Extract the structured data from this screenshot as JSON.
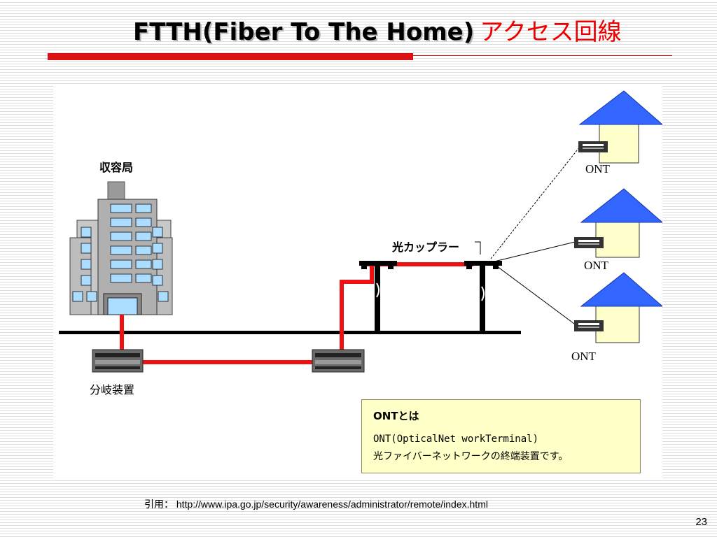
{
  "slide": {
    "title_main": "FTTH(Fiber To The Home)",
    "title_accent": "アクセス回線",
    "accent_color": "#ee0000",
    "page_number": "23"
  },
  "diagram": {
    "central_office_label": "収容局",
    "splitter_label": "分岐装置",
    "optical_coupler_label": "光カップラー",
    "ont_labels": [
      "ONT",
      "ONT",
      "ONT"
    ],
    "fiber_color": "#ee1111",
    "roof_color": "#3366ff",
    "house_wall_color": "#ffffcc",
    "building_window_color": "#aaddff"
  },
  "infobox": {
    "title": "ONTとは",
    "line1": "ONT(OpticalNet workTerminal)",
    "line2": "光ファイバーネットワークの終端装置です。"
  },
  "citation": "引用： http://www.ipa.go.jp/security/awareness/administrator/remote/index.html"
}
